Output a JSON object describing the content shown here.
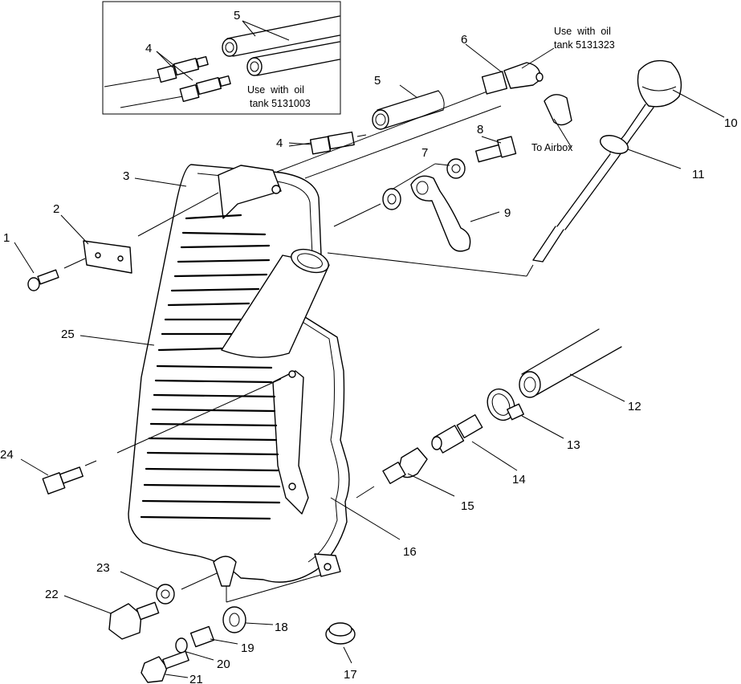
{
  "callouts": [
    {
      "id": "c1",
      "text": "1"
    },
    {
      "id": "c2",
      "text": "2"
    },
    {
      "id": "c3",
      "text": "3"
    },
    {
      "id": "c4a",
      "text": "4"
    },
    {
      "id": "c4b",
      "text": "4"
    },
    {
      "id": "c5a",
      "text": "5"
    },
    {
      "id": "c5b",
      "text": "5"
    },
    {
      "id": "c6",
      "text": "6"
    },
    {
      "id": "c7",
      "text": "7"
    },
    {
      "id": "c8",
      "text": "8"
    },
    {
      "id": "c9",
      "text": "9"
    },
    {
      "id": "c10",
      "text": "10"
    },
    {
      "id": "c11",
      "text": "11"
    },
    {
      "id": "c12",
      "text": "12"
    },
    {
      "id": "c13",
      "text": "13"
    },
    {
      "id": "c14",
      "text": "14"
    },
    {
      "id": "c15",
      "text": "15"
    },
    {
      "id": "c16",
      "text": "16"
    },
    {
      "id": "c17",
      "text": "17"
    },
    {
      "id": "c18",
      "text": "18"
    },
    {
      "id": "c19",
      "text": "19"
    },
    {
      "id": "c20",
      "text": "20"
    },
    {
      "id": "c21",
      "text": "21"
    },
    {
      "id": "c22",
      "text": "22"
    },
    {
      "id": "c23",
      "text": "23"
    },
    {
      "id": "c24",
      "text": "24"
    },
    {
      "id": "c25",
      "text": "25"
    }
  ],
  "notes": {
    "inset_line1": "Use  with  oil",
    "inset_line2": "tank 5131003",
    "top_line1": "Use  with  oil",
    "top_line2": "tank 5131323",
    "airbox": "To Airbox"
  }
}
